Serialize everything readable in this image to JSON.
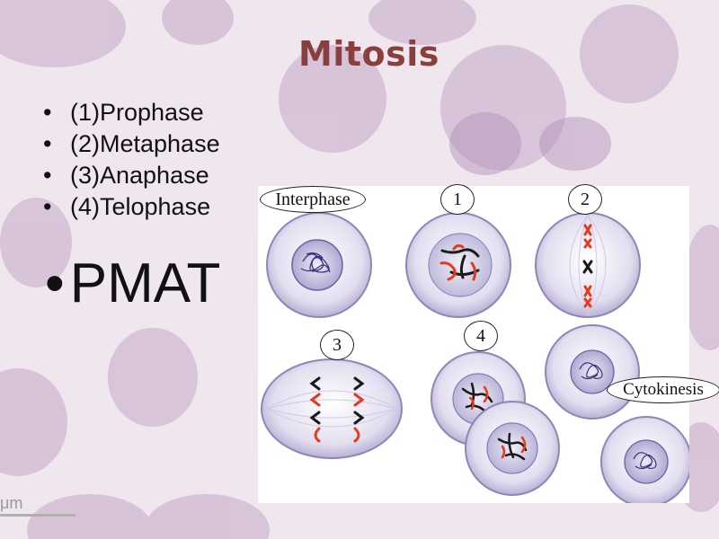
{
  "slide": {
    "title": "Mitosis",
    "bullets": [
      "(1)Prophase",
      "(2)Metaphase",
      "(3)Anaphase",
      "(4)Telophase"
    ],
    "mnemonic": "PMAT",
    "scale_label": "μm"
  },
  "diagram": {
    "labels": {
      "interphase": "Interphase",
      "prophase": "1",
      "metaphase": "2",
      "anaphase": "3",
      "telophase": "4",
      "cytokinesis": "Cytokinesis"
    }
  }
}
